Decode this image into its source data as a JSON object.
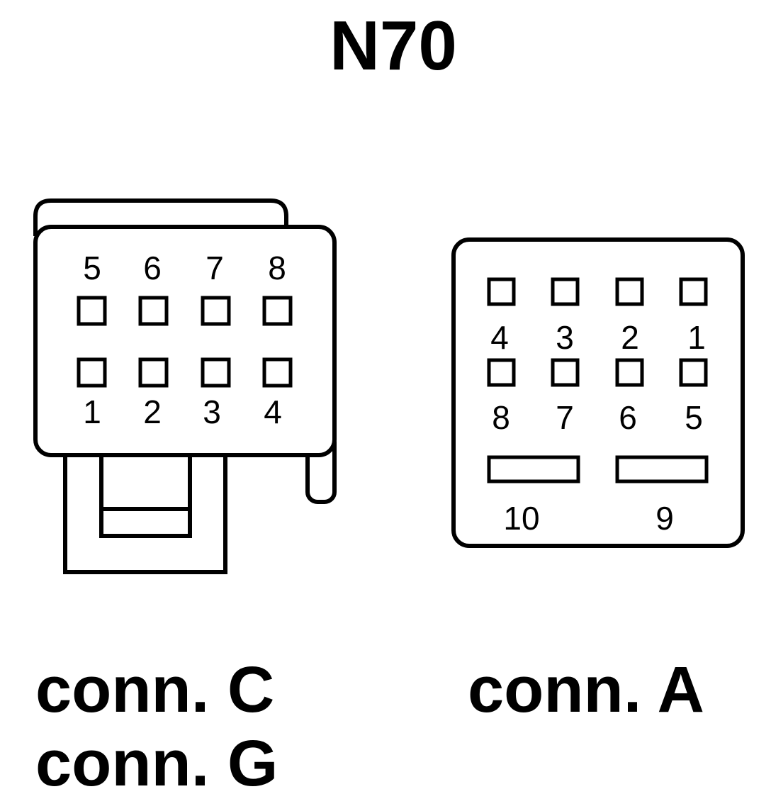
{
  "title": "N70",
  "connectors": {
    "left": {
      "labels": [
        "conn. C",
        "conn. G"
      ],
      "top_row_pins": [
        "5",
        "6",
        "7",
        "8"
      ],
      "bottom_row_pins": [
        "1",
        "2",
        "3",
        "4"
      ]
    },
    "right": {
      "labels": [
        "conn. A"
      ],
      "top_row_pins": [
        "4",
        "3",
        "2",
        "1"
      ],
      "middle_row_pins": [
        "8",
        "7",
        "6",
        "5"
      ],
      "slot_pins": [
        "10",
        "9"
      ]
    }
  }
}
